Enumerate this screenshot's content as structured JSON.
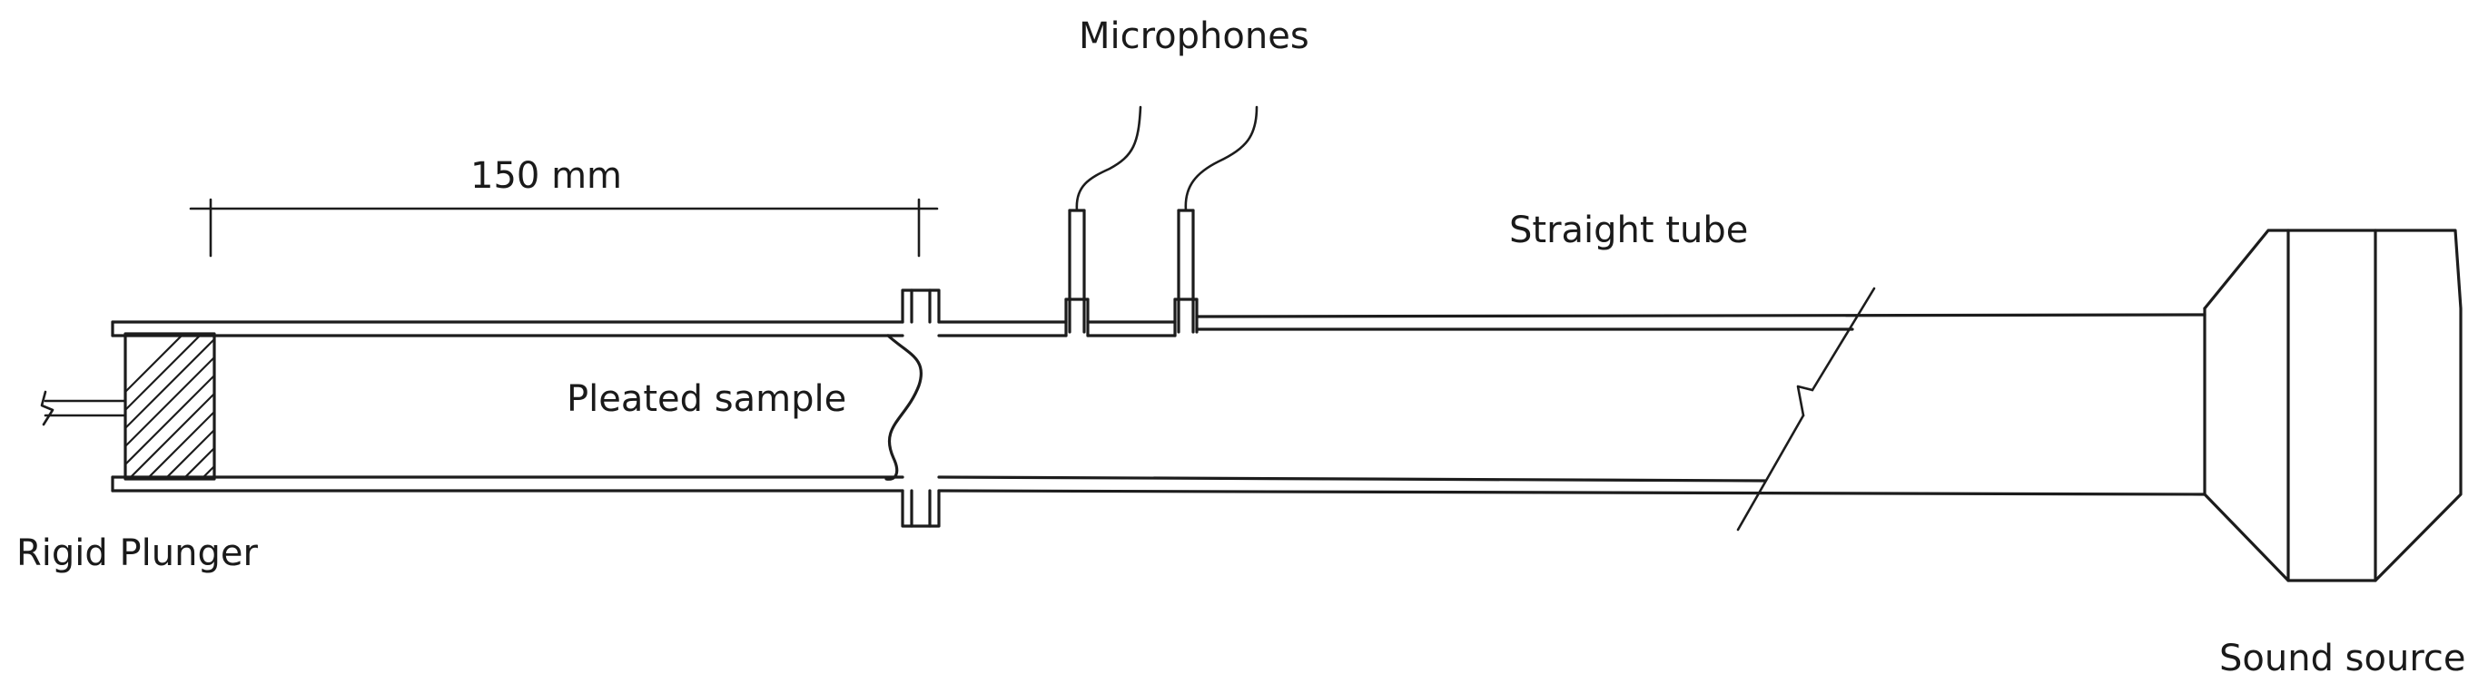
{
  "labels": {
    "microphones": "Microphones",
    "dimension": "150 mm",
    "straight_tube": "Straight tube",
    "pleated_sample": "Pleated sample",
    "rigid_plunger": "Rigid Plunger",
    "sound_source": "Sound source"
  }
}
